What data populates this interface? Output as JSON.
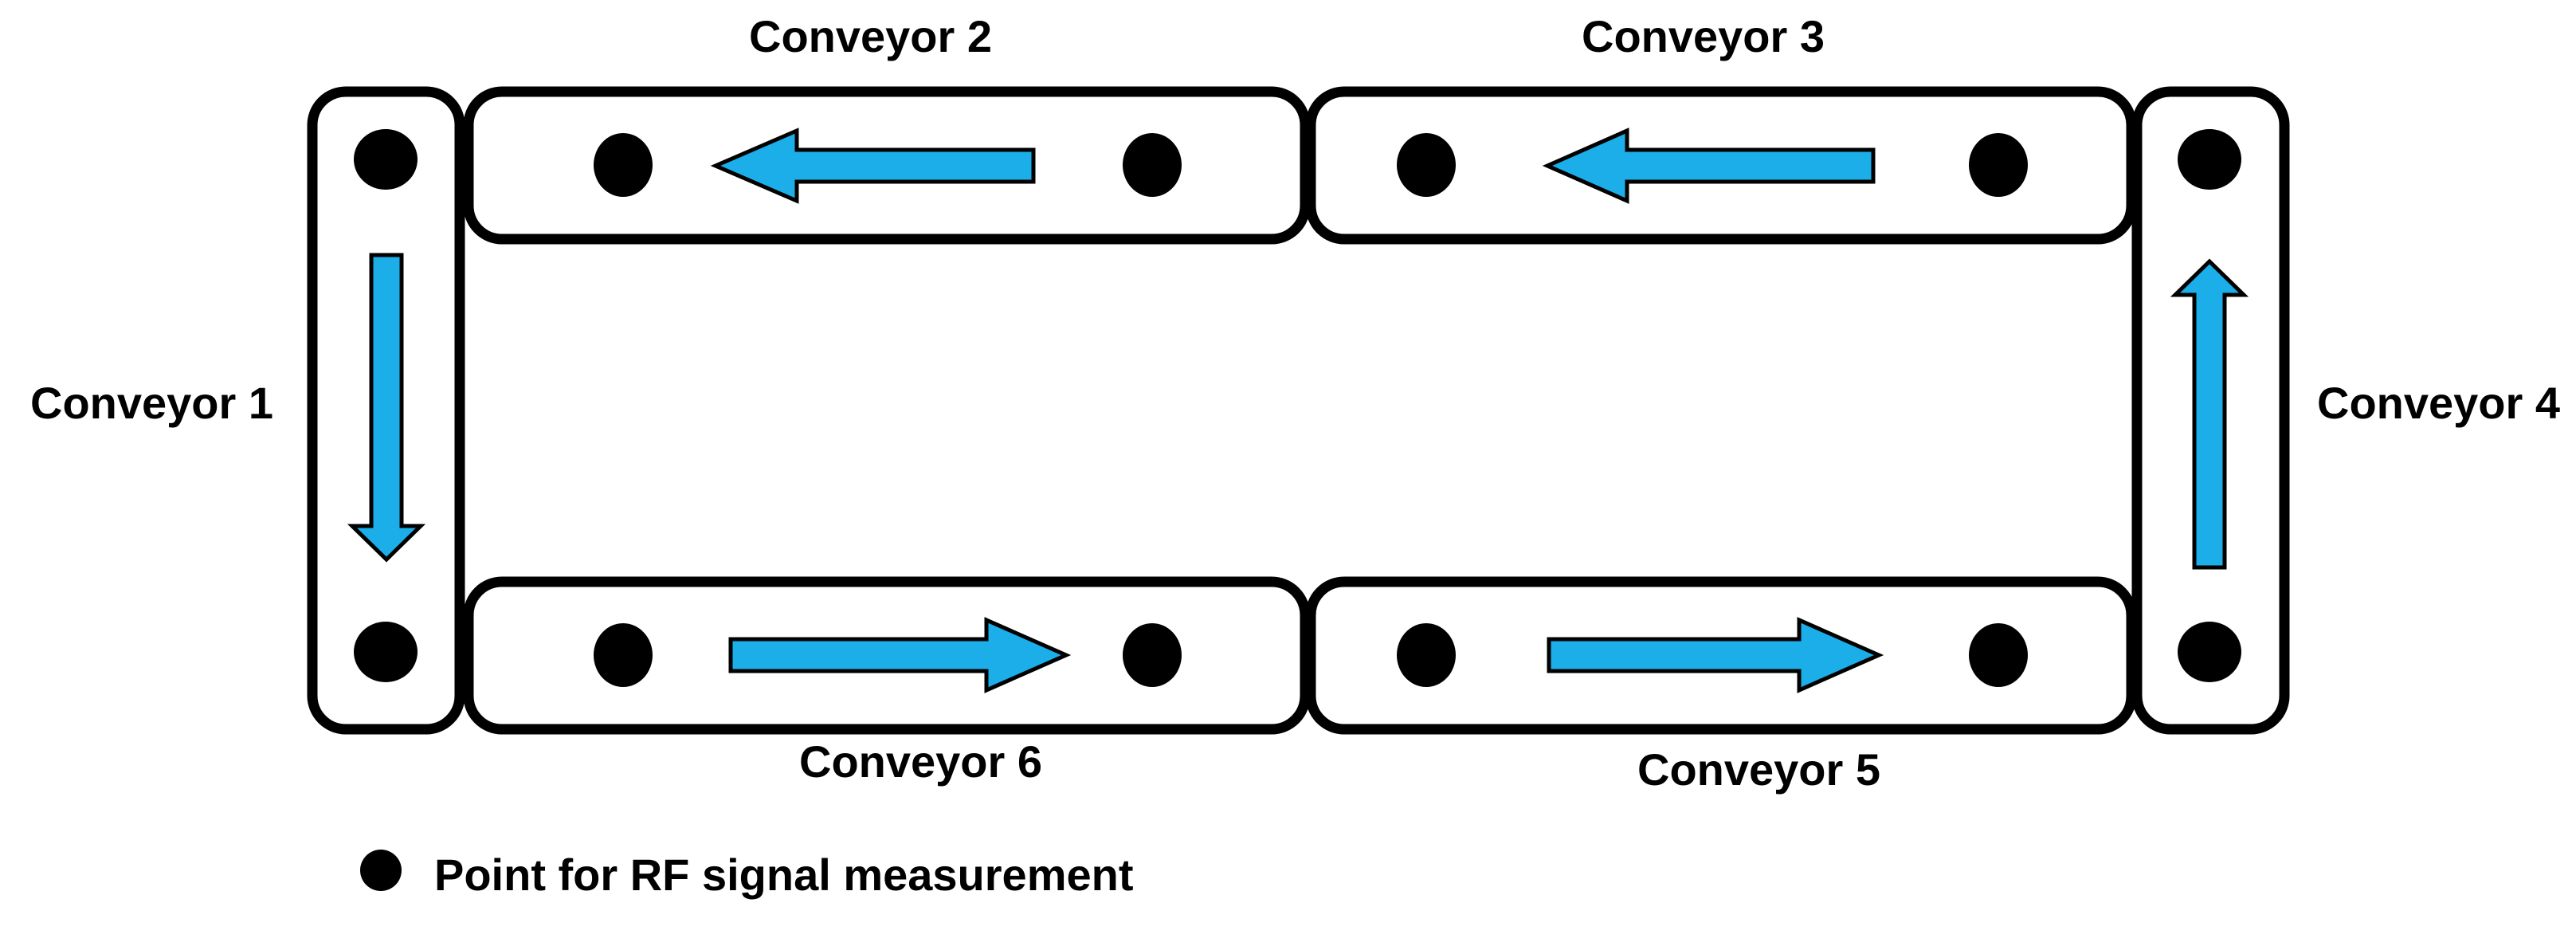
{
  "diagram": {
    "title": "Conveyor loop RF measurement point layout",
    "colors": {
      "arrow_fill": "#1BAEE8",
      "arrow_stroke": "#000000",
      "box_stroke": "#000000",
      "dot_fill": "#000000",
      "background": "#ffffff"
    },
    "conveyors": [
      {
        "id": "conveyor-1",
        "label": "Conveyor 1",
        "orientation": "vertical",
        "label_position": "left",
        "flow_direction": "down",
        "measurement_points": 2
      },
      {
        "id": "conveyor-2",
        "label": "Conveyor 2",
        "orientation": "horizontal",
        "label_position": "above",
        "flow_direction": "left",
        "measurement_points": 2
      },
      {
        "id": "conveyor-3",
        "label": "Conveyor 3",
        "orientation": "horizontal",
        "label_position": "above",
        "flow_direction": "left",
        "measurement_points": 2
      },
      {
        "id": "conveyor-4",
        "label": "Conveyor 4",
        "orientation": "vertical",
        "label_position": "right",
        "flow_direction": "up",
        "measurement_points": 2
      },
      {
        "id": "conveyor-5",
        "label": "Conveyor 5",
        "orientation": "horizontal",
        "label_position": "below",
        "flow_direction": "right",
        "measurement_points": 2
      },
      {
        "id": "conveyor-6",
        "label": "Conveyor 6",
        "orientation": "horizontal",
        "label_position": "below",
        "flow_direction": "right",
        "measurement_points": 2
      }
    ],
    "legend": {
      "marker": "filled-circle",
      "text": "Point for RF signal measurement"
    }
  }
}
